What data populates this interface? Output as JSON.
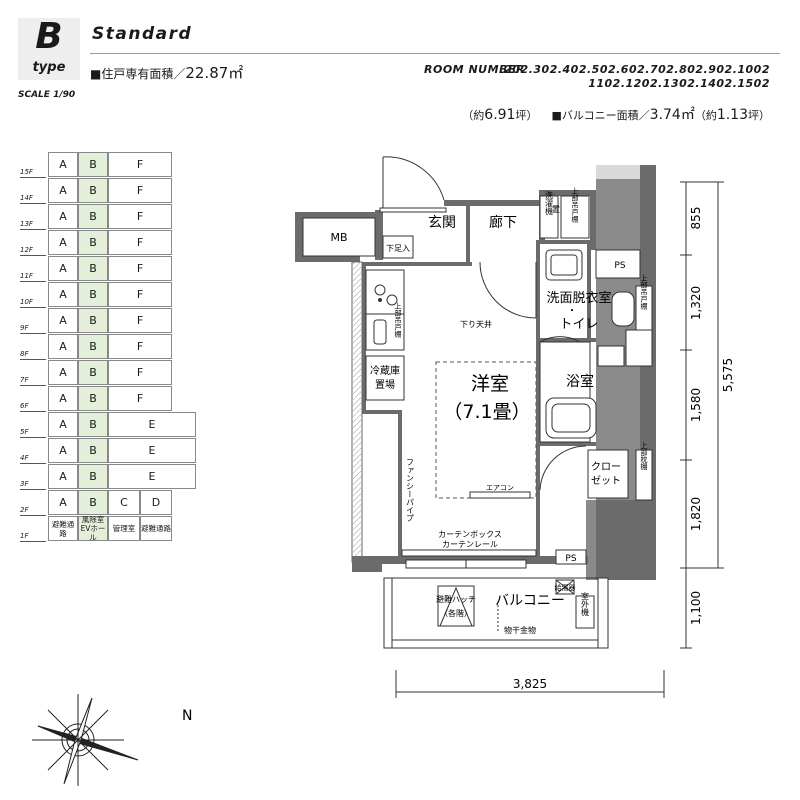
{
  "header": {
    "type_letter": "B",
    "type_word": "type",
    "scale": "SCALE 1/90",
    "plan_name": "Standard",
    "floor_area_label": "■住戸専有面積／",
    "floor_area_value": "22.87㎡",
    "room_number_label": "ROOM NUMBER",
    "room_numbers_line1": "202.302.402.502.602.702.802.902.1002",
    "room_numbers_line2": "1102.1202.1302.1402.1502",
    "floor_area_tsubo_open": "（約",
    "floor_area_tsubo": "6.91",
    "floor_area_tsubo_close": "坪）",
    "balcony_label": "■バルコニー面積／",
    "balcony_value": "3.74㎡",
    "balcony_tsubo_open": "（約",
    "balcony_tsubo": "1.13",
    "balcony_tsubo_close": "坪）"
  },
  "floor_table": {
    "highlight_color": "#e3efd8",
    "rows": [
      {
        "floor": "15F",
        "cells": [
          "A",
          "B",
          "F"
        ]
      },
      {
        "floor": "14F",
        "cells": [
          "A",
          "B",
          "F"
        ]
      },
      {
        "floor": "13F",
        "cells": [
          "A",
          "B",
          "F"
        ]
      },
      {
        "floor": "12F",
        "cells": [
          "A",
          "B",
          "F"
        ]
      },
      {
        "floor": "11F",
        "cells": [
          "A",
          "B",
          "F"
        ]
      },
      {
        "floor": "10F",
        "cells": [
          "A",
          "B",
          "F"
        ]
      },
      {
        "floor": "9F",
        "cells": [
          "A",
          "B",
          "F"
        ]
      },
      {
        "floor": "8F",
        "cells": [
          "A",
          "B",
          "F"
        ]
      },
      {
        "floor": "7F",
        "cells": [
          "A",
          "B",
          "F"
        ]
      },
      {
        "floor": "6F",
        "cells": [
          "A",
          "B",
          "F"
        ]
      },
      {
        "floor": "5F",
        "cells": [
          "A",
          "B",
          "E"
        ]
      },
      {
        "floor": "4F",
        "cells": [
          "A",
          "B",
          "E"
        ]
      },
      {
        "floor": "3F",
        "cells": [
          "A",
          "B",
          "E"
        ]
      },
      {
        "floor": "2F",
        "cells": [
          "A",
          "B",
          "C",
          "D"
        ]
      },
      {
        "floor": "1F",
        "cells": [
          "避難通路",
          "風除室EVホール",
          "管理室",
          "避難通路"
        ]
      }
    ]
  },
  "plan": {
    "rooms": {
      "mb": "MB",
      "shitaashi": "下足入",
      "genkan": "玄関",
      "rouka": "廊下",
      "washer_line1": "洗濯機",
      "washer_line2": "置場",
      "upper_storage_1": "上部吊戸棚",
      "ps_top": "PS",
      "washroom_line1": "洗面脱衣室",
      "washroom_line2": "・",
      "washroom_line3": "トイレ",
      "upper_storage_2": "上部吊戸棚",
      "sagari_tenjo": "下り天井",
      "upper_storage_kitchen": "上部吊戸棚",
      "fridge_line1": "冷蔵庫",
      "fridge_line2": "置場",
      "living_name": "洋室",
      "living_size": "（7.1畳）",
      "bath": "浴室",
      "closet_line1": "クロー",
      "closet_line2": "ゼット",
      "upper_shelf": "上部枕棚",
      "fan_pipe": "ファンシーパイプ",
      "aircon": "エアコン",
      "curtain_box": "カーテンボックス",
      "curtain_rail": "カーテンレール",
      "ps_bottom": "PS",
      "hatch_line1": "避難ハッチ",
      "hatch_line2": "（各階）",
      "balcony": "バルコニー",
      "water_heater": "給湯器",
      "outdoor_unit": "室外機",
      "drying_hardware": "物干金物"
    },
    "dimensions": {
      "d855": "855",
      "d1320": "1,320",
      "d1580": "1,580",
      "d1820": "1,820",
      "d1100": "1,100",
      "total": "5,575",
      "width": "3,825"
    }
  },
  "compass": {
    "north_label": "N"
  }
}
